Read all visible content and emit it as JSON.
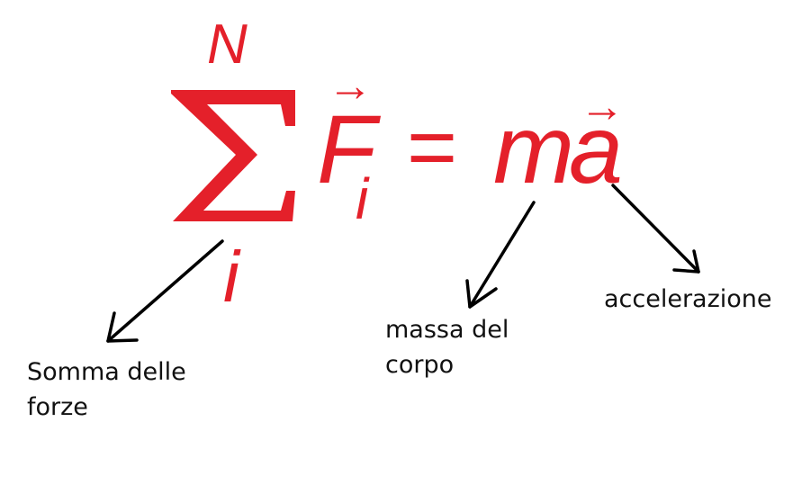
{
  "equation": {
    "sum_upper": "N",
    "sum_lower": "i",
    "sum_symbol": "∑",
    "force": "F",
    "force_subscript": "i",
    "equals": "=",
    "mass": "m",
    "acceleration": "a",
    "vector_arrow": "→",
    "color": "#e4202a"
  },
  "annotations": {
    "sum_label": "Somma delle\nforze",
    "mass_label": "massa del\ncorpo",
    "acceleration_label": "accelerazione",
    "arrow_color": "#000000"
  }
}
